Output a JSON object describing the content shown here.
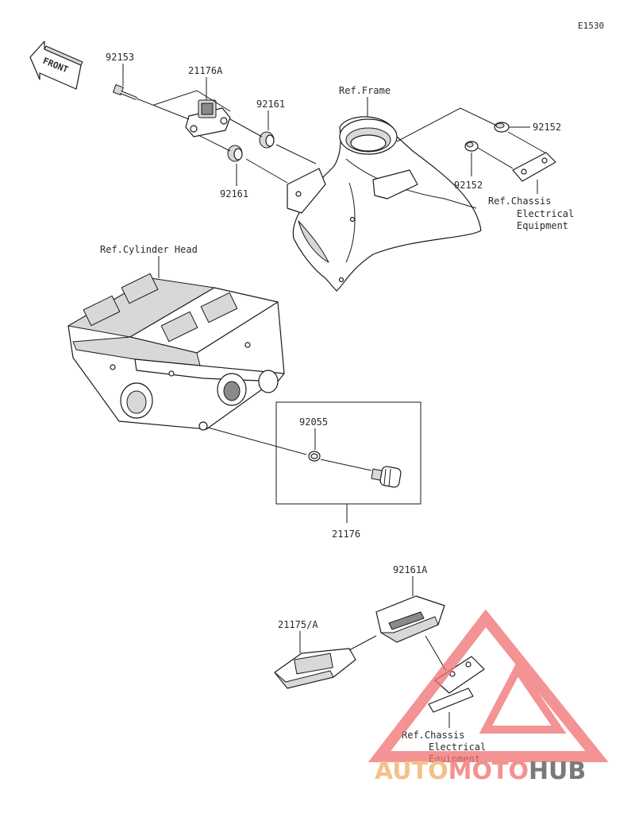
{
  "diagram_code": "E1530",
  "front_label": "FRONT",
  "labels": {
    "p92153": "92153",
    "p21176A": "21176A",
    "p92161_upper": "92161",
    "p92161_lower": "92161",
    "ref_frame": "Ref.Frame",
    "p92152_upper": "92152",
    "p92152_lower": "92152",
    "ref_chassis_1": "Ref.Chassis",
    "ref_chassis_2": "Electrical",
    "ref_chassis_3": "Equipment",
    "ref_cylinder_head": "Ref.Cylinder Head",
    "p92055": "92055",
    "p21176": "21176",
    "p92161A": "92161A",
    "p21175A": "21175/A",
    "ref2_chassis_1": "Ref.Chassis",
    "ref2_chassis_2": "Electrical",
    "ref2_chassis_3": "Equipment"
  },
  "watermark": {
    "part1": "AUTO",
    "part2": "MOTO",
    "part3": "HUB",
    "color1": "#f5c089",
    "color2": "#f2928e",
    "color3": "#7a7a7a",
    "logo_color": "#f07070"
  }
}
